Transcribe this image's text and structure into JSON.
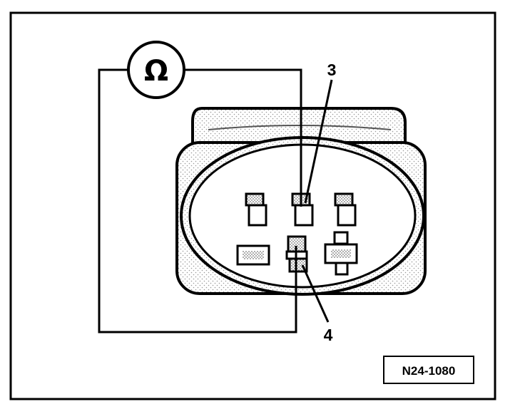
{
  "meter": {
    "symbol": "Ω",
    "icon": "ohmmeter-icon"
  },
  "labels": {
    "pin_3": "3",
    "pin_4": "4"
  },
  "figure_code": "N24-1080"
}
